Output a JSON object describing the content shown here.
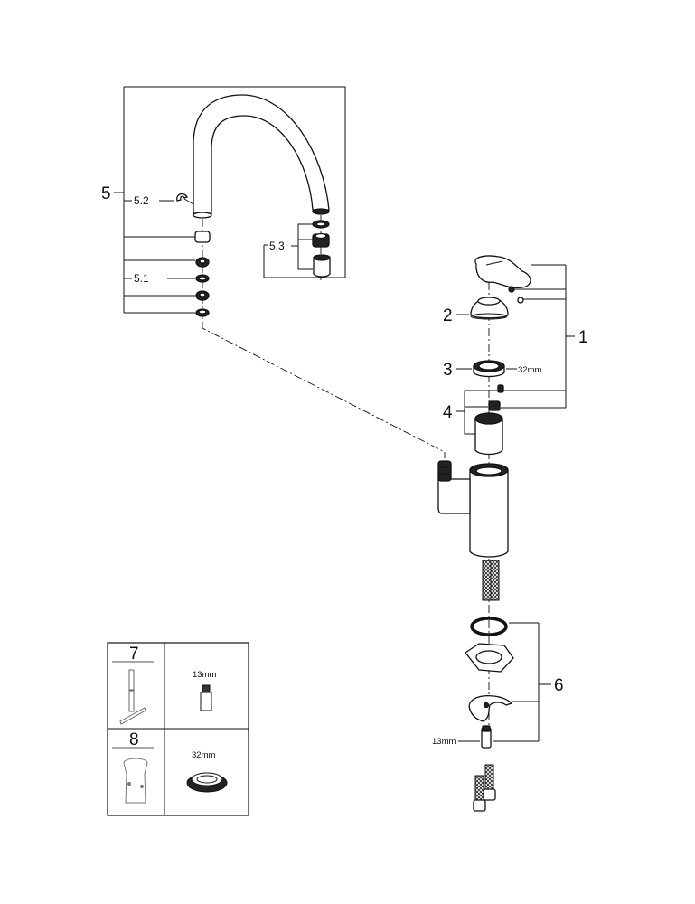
{
  "diagram": {
    "title": "Kitchen faucet exploded spare-parts view",
    "callouts": {
      "c1": "1",
      "c2": "2",
      "c3": "3",
      "c4": "4",
      "c5": "5",
      "c5_1": "5.1",
      "c5_2": "5.2",
      "c5_3": "5.3",
      "c6": "6"
    },
    "dimensions": {
      "nut_32": "32mm",
      "nipple_13": "13mm"
    },
    "tools_table": {
      "rows": [
        {
          "number": "7",
          "tool": "T-handle socket wrench",
          "size_label": "13mm",
          "fits": "threaded nipple"
        },
        {
          "number": "8",
          "tool": "socket spanner",
          "size_label": "32mm",
          "fits": "cartridge nut"
        }
      ]
    },
    "parts": [
      {
        "id": "1",
        "name": "lever handle with screw and cap"
      },
      {
        "id": "2",
        "name": "escutcheon cover"
      },
      {
        "id": "3",
        "name": "cartridge nut"
      },
      {
        "id": "4",
        "name": "cartridge with screws"
      },
      {
        "id": "5",
        "name": "swivel spout assembly"
      },
      {
        "id": "5.1",
        "name": "o-ring"
      },
      {
        "id": "5.2",
        "name": "spout clip"
      },
      {
        "id": "5.3",
        "name": "aerator set"
      },
      {
        "id": "6",
        "name": "mounting set"
      }
    ]
  }
}
